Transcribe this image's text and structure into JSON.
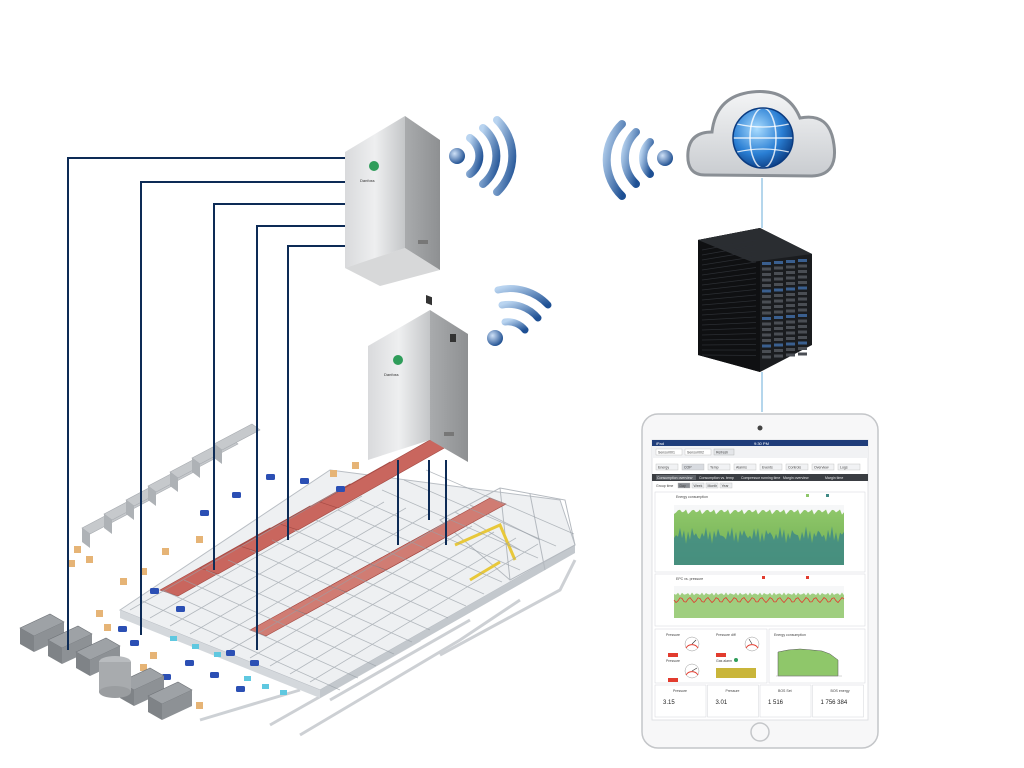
{
  "cabinet": {
    "brand": "Danfoss"
  },
  "tablet": {
    "status_left": "iPad",
    "status_time": "9:30 PM",
    "toolbar": {
      "selectors": [
        "Sensor001",
        "Sensor002"
      ],
      "button": "Refresh"
    },
    "nav_tabs": [
      "Energy",
      "COP",
      "Temp",
      "Alarms",
      "Events",
      "Controls",
      "Overview",
      "Logs"
    ],
    "view_tabs": [
      "Consumption overview",
      "Consumption vs. temp",
      "Compressor running time",
      "Margin overview",
      "Margin time"
    ],
    "range_label": "Group time",
    "range_tabs": [
      "Day",
      "Week",
      "Month",
      "Year"
    ],
    "charts": {
      "energy_title": "Energy consumption",
      "pressure_title": "EPC vs. pressure",
      "energy_small_title": "Energy consumption"
    },
    "gauges": {
      "pressure_1": "Pressure",
      "pressure_diff": "Pressure diff",
      "pressure_2": "Pressure",
      "gas_alarm": "Gas alarm"
    },
    "kpis": [
      {
        "label": "Pressure",
        "value": "3.15"
      },
      {
        "label": "Pressure",
        "value": "3.01"
      },
      {
        "label": "BOS Set",
        "value": "1 516"
      },
      {
        "label": "BOS energy",
        "value": "1 756 384"
      }
    ]
  },
  "colors": {
    "line": "#0d2b56",
    "signal": "#3a6fb5",
    "cabinet": "#c9cbcd",
    "chart_green": "#8fc76a",
    "chart_teal": "#3f8a86",
    "gauge_red": "#e23b2e",
    "gauge_yellow": "#c9b53a"
  },
  "icons": [
    "wifi-signal-icon",
    "cloud-icon",
    "globe-icon",
    "server-rack-icon",
    "tablet-icon",
    "controller-cabinet-icon"
  ]
}
